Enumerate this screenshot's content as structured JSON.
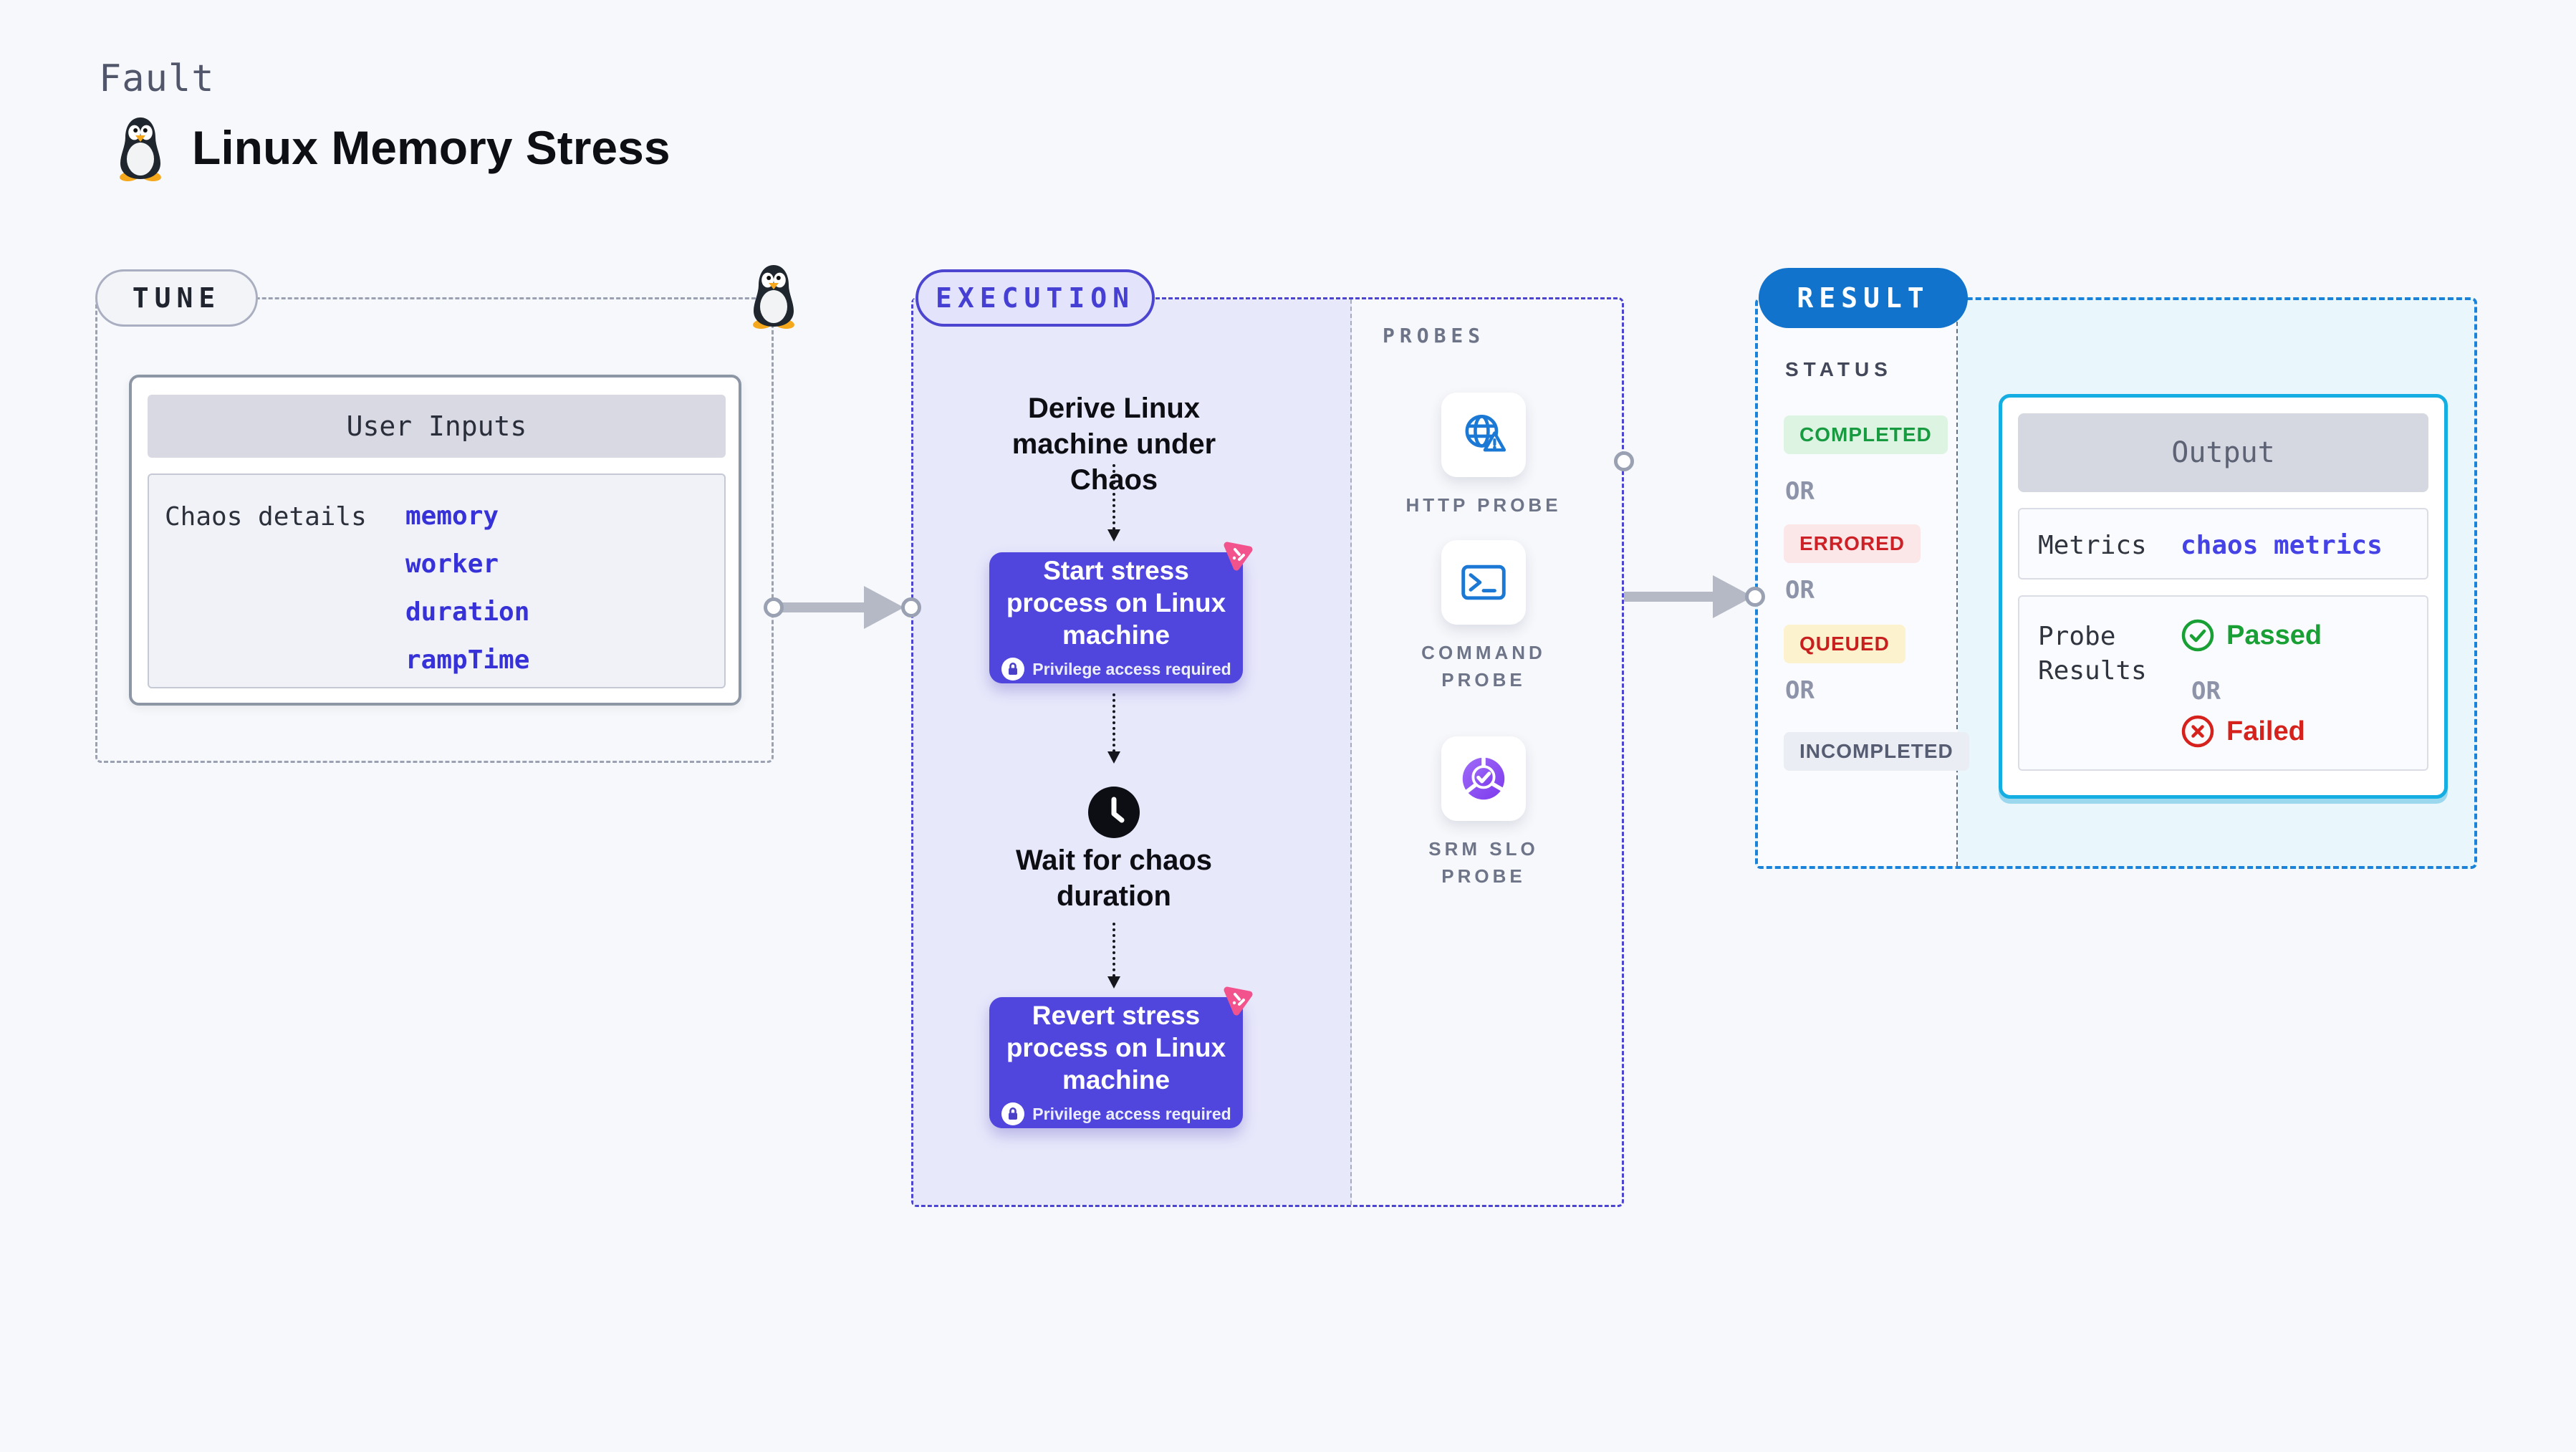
{
  "header": {
    "fault_label": "Fault",
    "title": "Linux Memory Stress"
  },
  "tune": {
    "pill_label": "TUNE",
    "card": {
      "header": "User Inputs",
      "row_label": "Chaos details",
      "values": [
        "memory",
        "worker",
        "duration",
        "rampTime"
      ]
    }
  },
  "execution": {
    "pill_label": "EXECUTION",
    "derive_step": "Derive Linux machine under Chaos",
    "start_step": "Start stress process on Linux machine",
    "wait_step": "Wait for chaos duration",
    "revert_step": "Revert stress process on Linux machine",
    "privilege_label": "Privilege access required"
  },
  "probes": {
    "header": "PROBES",
    "items": [
      {
        "label": "HTTP PROBE",
        "icon": "globe-warning-icon"
      },
      {
        "label": "COMMAND PROBE",
        "icon": "terminal-icon"
      },
      {
        "label": "SRM SLO PROBE",
        "icon": "slo-pie-check-icon"
      }
    ]
  },
  "result": {
    "pill_label": "RESULT",
    "status": {
      "header": "STATUS",
      "or_label": "OR",
      "badges": [
        {
          "label": "COMPLETED",
          "color": "#179a40"
        },
        {
          "label": "ERRORED",
          "color": "#cc2127"
        },
        {
          "label": "QUEUED",
          "color": "#c7201f"
        },
        {
          "label": "INCOMPLETED",
          "color": "#565d72"
        }
      ]
    },
    "output": {
      "header": "Output",
      "metrics_label": "Metrics",
      "metrics_value": "chaos metrics",
      "probe_results_label": "Probe Results",
      "passed_label": "Passed",
      "or_label": "OR",
      "failed_label": "Failed"
    }
  },
  "colors": {
    "page_bg": "#f7f8fb",
    "accent_indigo": "#5046de",
    "execution_border": "#4b45cf",
    "execution_fill": "#e8e8fb",
    "result_border": "#1b82d9",
    "result_pill": "#1173cb",
    "result_fill": "#e9f6fc",
    "output_border": "#14aee2",
    "probe_icon_blue": "#1b79d5",
    "chaos_pink": "#f2538c",
    "passed_green": "#18a035",
    "failed_red": "#d6221c",
    "values_blue": "#3632d8"
  }
}
